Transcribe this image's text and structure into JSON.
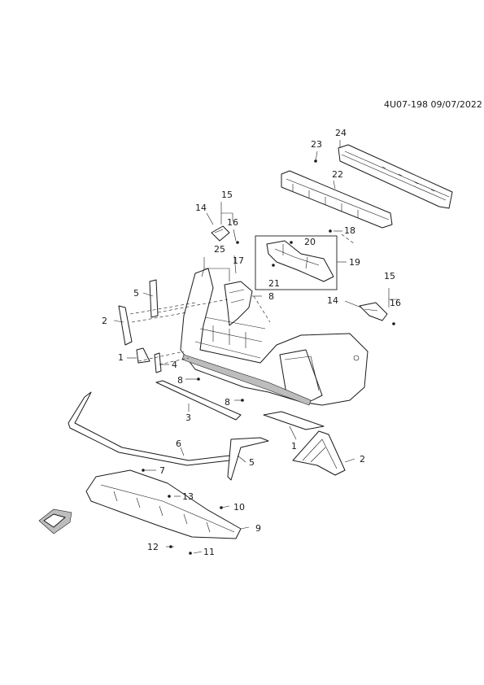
{
  "header": {
    "ref_code": "4U07-198 09/07/2022"
  },
  "callouts": {
    "c1a": "1",
    "c1b": "1",
    "c2a": "2",
    "c2b": "2",
    "c3": "3",
    "c4": "4",
    "c5a": "5",
    "c5b": "5",
    "c6": "6",
    "c7": "7",
    "c8a": "8",
    "c8b": "8",
    "c8c": "8",
    "c9": "9",
    "c10": "10",
    "c11": "11",
    "c12": "12",
    "c13": "13",
    "c14a": "14",
    "c14b": "14",
    "c15a": "15",
    "c15b": "15",
    "c16a": "16",
    "c16b": "16",
    "c17": "17",
    "c18": "18",
    "c19": "19",
    "c20": "20",
    "c21": "21",
    "c22": "22",
    "c23": "23",
    "c24": "24",
    "c25": "25"
  },
  "icons": {
    "front_indicator": "front-arrow-icon"
  }
}
